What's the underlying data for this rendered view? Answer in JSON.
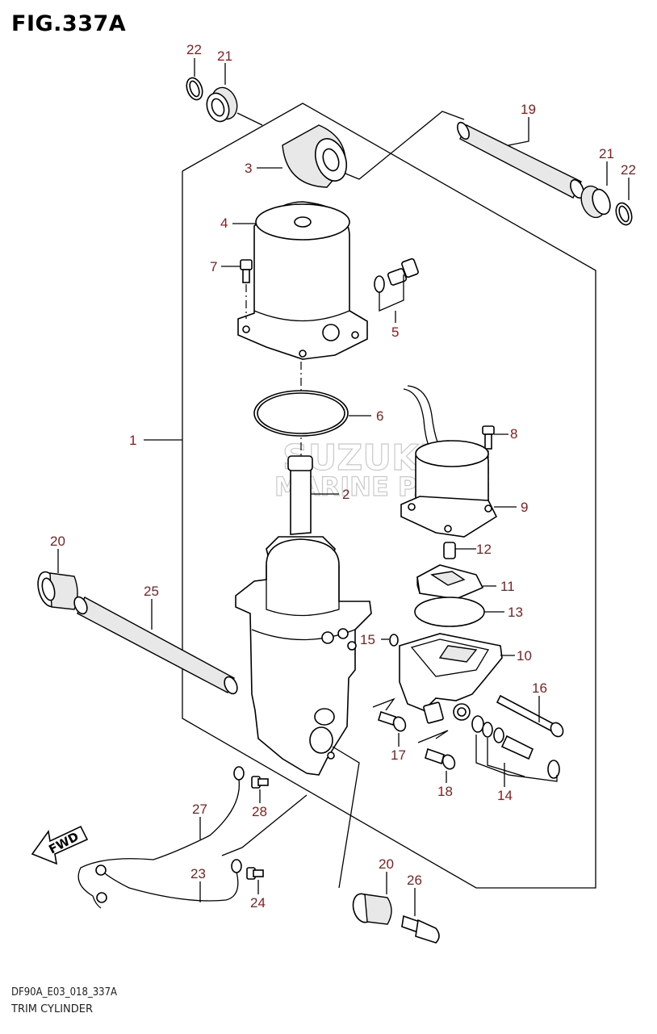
{
  "figure": {
    "title": "FIG.337A"
  },
  "footer": {
    "code": "DF90A_E03_018_337A",
    "name": "TRIM CYLINDER"
  },
  "watermark": {
    "line1": "SUZUKI",
    "line2": "MARINE PARTS"
  },
  "fwd_label": "FWD",
  "callouts": [
    "22",
    "21",
    "3",
    "4",
    "7",
    "5",
    "19",
    "21",
    "22",
    "6",
    "1",
    "8",
    "2",
    "9",
    "12",
    "11",
    "20",
    "25",
    "13",
    "15",
    "10",
    "16",
    "17",
    "18",
    "14",
    "27",
    "28",
    "23",
    "24",
    "20",
    "26"
  ],
  "colors": {
    "callout": "#8b1a1a",
    "line": "#000000",
    "watermark": "#c9c9c9"
  }
}
